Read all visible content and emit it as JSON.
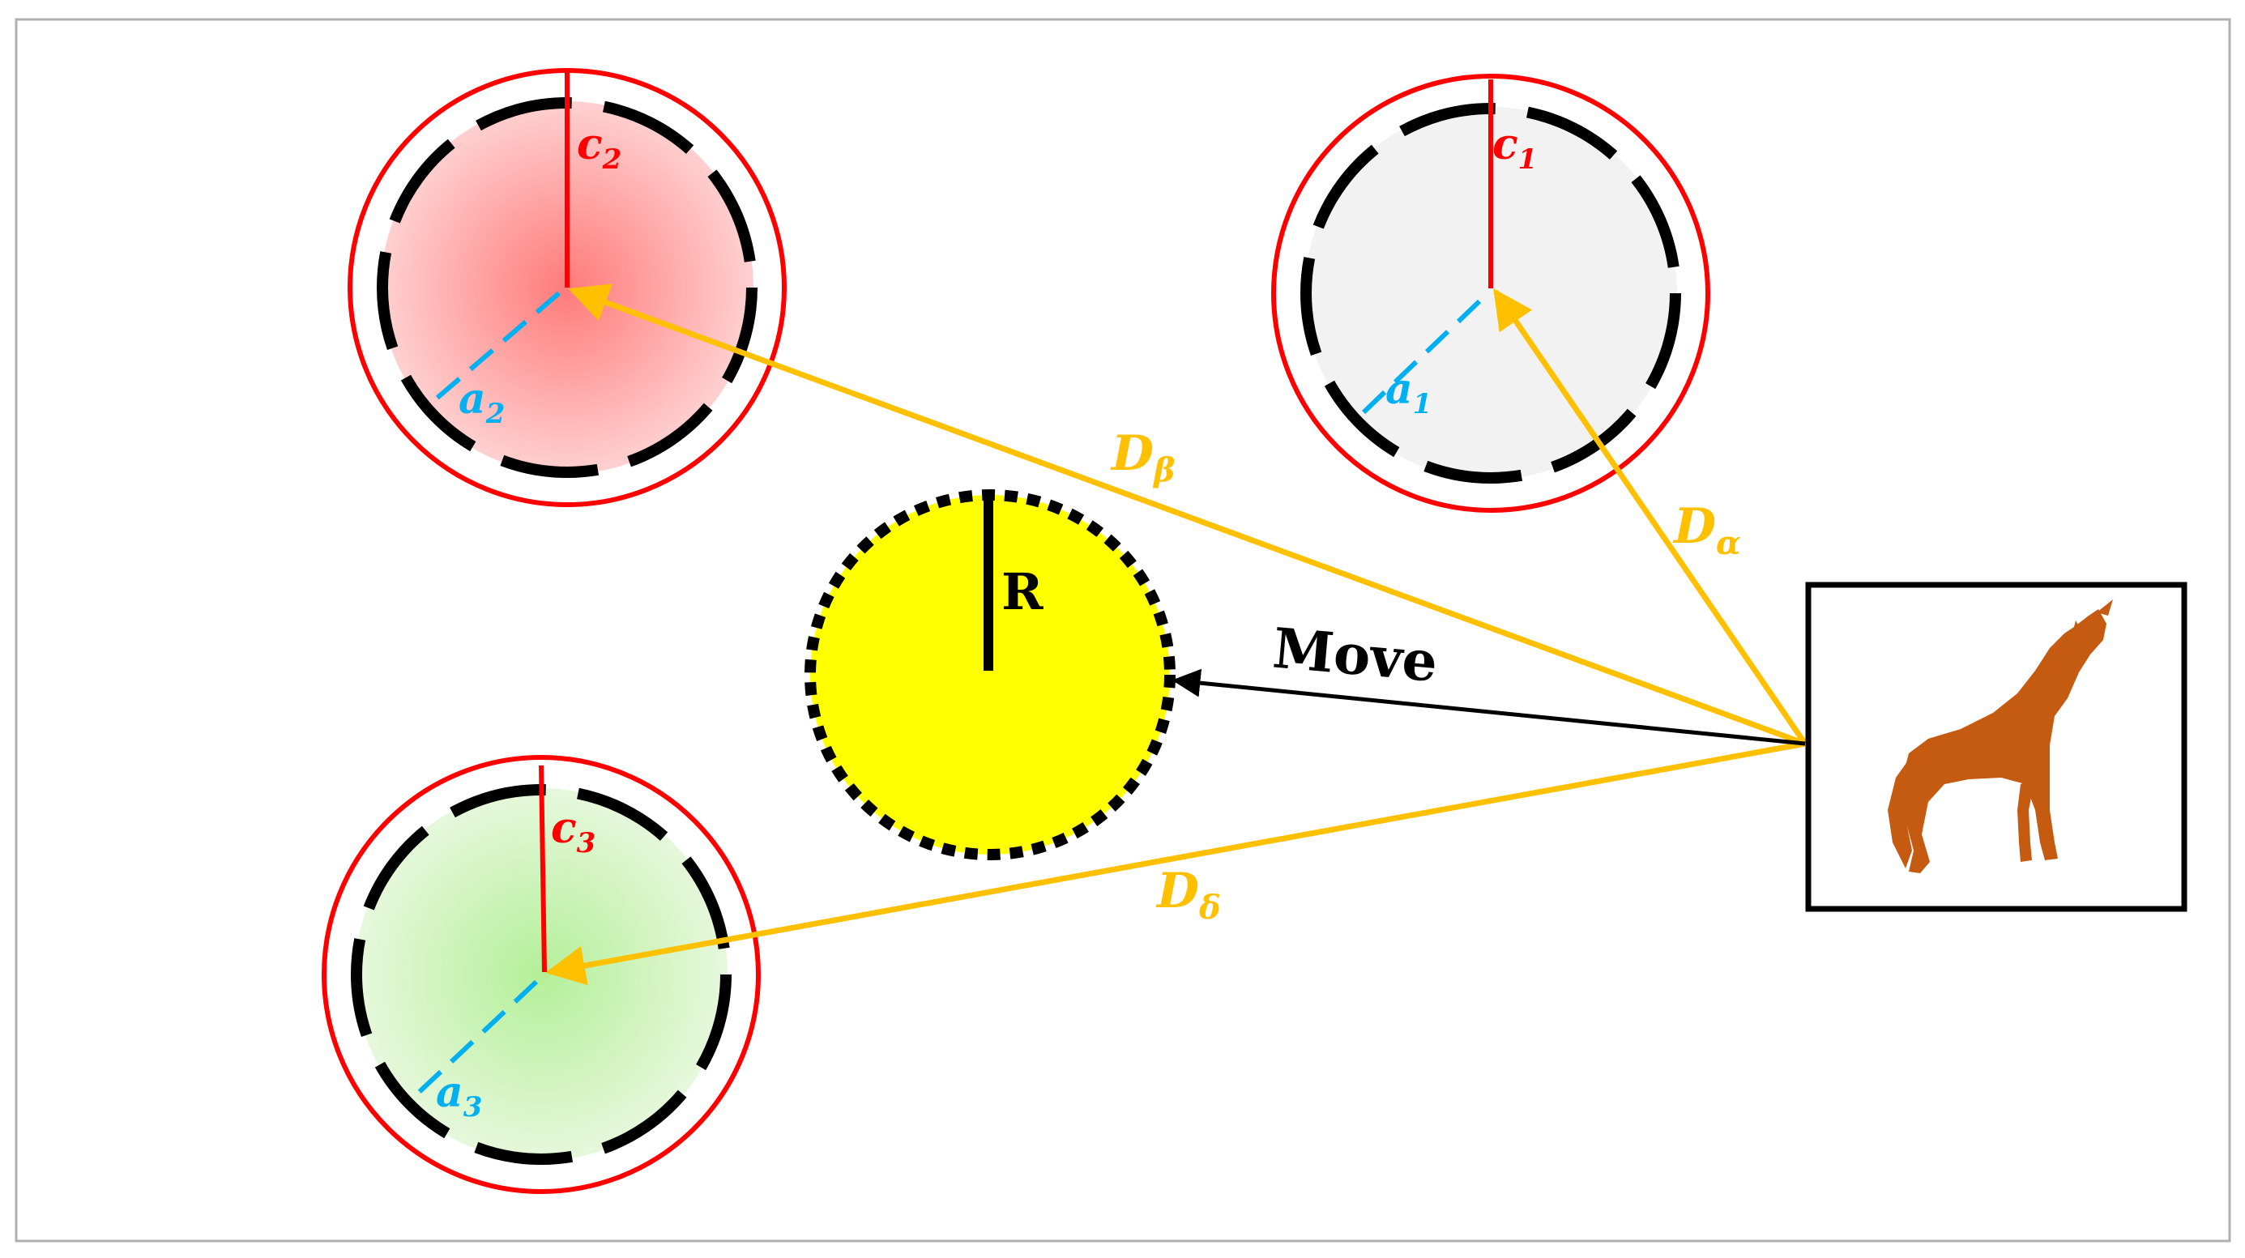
{
  "colors": {
    "border": "#b0b0b0",
    "ring": "#ff0000",
    "dash": "#000000",
    "radius_c": "#ff0000",
    "radius_a": "#00b0f0",
    "vector": "#ffc000",
    "move": "#000000",
    "target_fill": "#ffff00",
    "wolf": "#c55a11",
    "alpha_fill": "#f2f2f2",
    "beta_fill": "#ff8080",
    "delta_fill": "#b8f0a0"
  },
  "labels": {
    "c1": "c",
    "c1_sub": "1",
    "c2": "c",
    "c2_sub": "2",
    "c3": "c",
    "c3_sub": "3",
    "a1": "a",
    "a1_sub": "1",
    "a2": "a",
    "a2_sub": "2",
    "a3": "a",
    "a3_sub": "3",
    "d_alpha": "D",
    "d_alpha_sub": "α",
    "d_beta": "D",
    "d_beta_sub": "β",
    "d_delta": "D",
    "d_delta_sub": "δ",
    "move": "Move",
    "r": "R"
  },
  "icons": {
    "agent": "howling-wolf-icon"
  }
}
